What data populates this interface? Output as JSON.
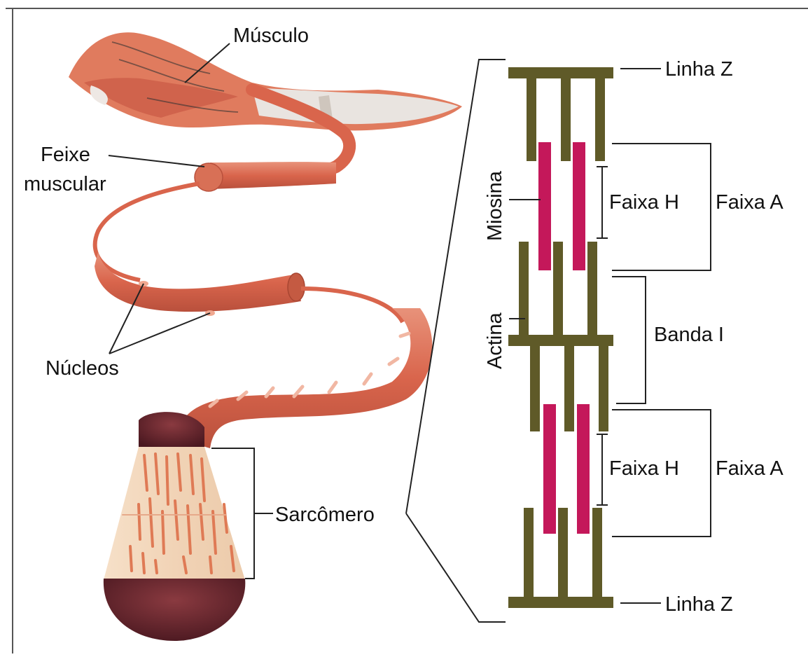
{
  "labels": {
    "musculo": "Músculo",
    "feixe_1": "Feixe",
    "feixe_2": "muscular",
    "nucleos": "Núcleos",
    "sarcomero": "Sarcômero",
    "linha_z_top": "Linha Z",
    "linha_z_bottom": "Linha Z",
    "miosina": "Miosina",
    "actina": "Actina",
    "faixa_h_1": "Faixa H",
    "faixa_a_1": "Faixa A",
    "banda_i": "Banda I",
    "faixa_h_2": "Faixa H",
    "faixa_a_2": "Faixa A"
  },
  "colors": {
    "actin": "#5f5a28",
    "myosin": "#c4185a",
    "muscle": "#d9705a",
    "muscle_dark": "#b84a3a",
    "cut_face": "#6b2630",
    "cone": "#f2d9c0",
    "fibril_stripe": "#df7a55"
  }
}
